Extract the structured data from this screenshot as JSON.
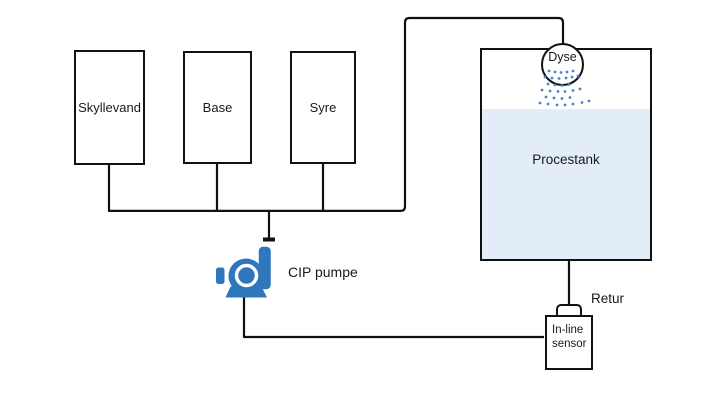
{
  "diagram": {
    "source_tanks": [
      {
        "label": "Skyllevand"
      },
      {
        "label": "Base"
      },
      {
        "label": "Syre"
      }
    ],
    "pump_label": "CIP pumpe",
    "nozzle_label": "Dyse",
    "process_tank_label": "Procestank",
    "return_label": "Retur",
    "sensor_label": "In-line sensor",
    "colors": {
      "line": "#111111",
      "pump_blue": "#2e77bd",
      "spray_blue": "#4a85cc",
      "liquid_fill": "#e3edf8",
      "text": "#1a1a1a"
    }
  }
}
